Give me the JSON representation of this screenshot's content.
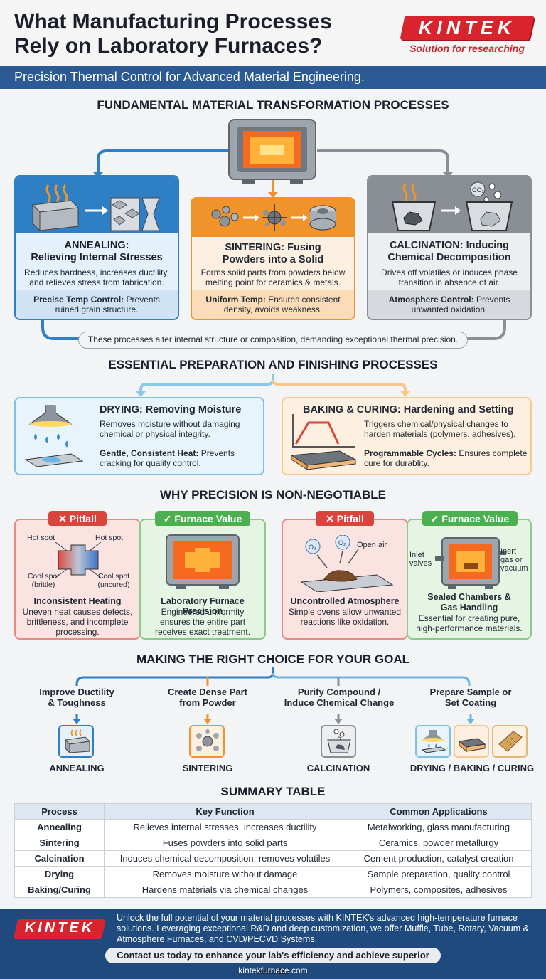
{
  "header": {
    "title_line1": "What Manufacturing Processes",
    "title_line2": "Rely on Laboratory Furnaces?",
    "logo": "KINTEK",
    "tagline": "Solution for researching",
    "subtitle": "Precision Thermal Control for Advanced Material Engineering."
  },
  "fundamental": {
    "heading": "FUNDAMENTAL MATERIAL TRANSFORMATION PROCESSES",
    "annealing": {
      "title1": "ANNEALING:",
      "title2": "Relieving Internal Stresses",
      "text": "Reduces hardness, increases ductility, and relieves stress from fabrication.",
      "note_b": "Precise Temp Control:",
      "note": " Prevents ruined grain structure."
    },
    "sintering": {
      "title1": "SINTERING: Fusing",
      "title2": "Powders into a Solid",
      "text": "Forms solid parts from powders below melting point for ceramics & metals.",
      "note_b": "Uniform Temp:",
      "note": " Ensures consistent density, avoids weakness."
    },
    "calcination": {
      "title1": "CALCINATION: Inducing",
      "title2": "Chemical Decomposition",
      "text": "Drives off volatiles or induces phase transition in absence of air.",
      "note_b": "Atmosphere Control:",
      "note": " Prevents unwanted oxidation.",
      "co2": "CO₂"
    },
    "footer_note": "These processes alter internal structure or composition, demanding exceptional thermal precision."
  },
  "preparation": {
    "heading": "ESSENTIAL PREPARATION AND FINISHING PROCESSES",
    "drying": {
      "title": "DRYING: Removing Moisture",
      "text": "Removes moisture without damaging chemical or physical integrity.",
      "note_b": "Gentle, Consistent Heat:",
      "note": " Prevents cracking for quality control."
    },
    "baking": {
      "title": "BAKING & CURING: Hardening and Setting",
      "text": "Triggers chemical/physical changes to harden materials (polymers, adhesives).",
      "note_b": "Programmable Cycles:",
      "note": " Ensures complete cure for durablity."
    }
  },
  "precision": {
    "heading": "WHY PRECISION IS NON-NEGOTIABLE",
    "pitfall1": {
      "badge": "Pitfall",
      "hot1": "Hot spot",
      "hot2": "Hot spot",
      "cool1": "Cool spot (brittle)",
      "cool2": "Cool spot (uncured)",
      "title": "Inconsistent Heating",
      "text": "Uneven heat causes defects, brittleness, and incomplete processing."
    },
    "value1": {
      "badge": "Furnace Value",
      "title": "Laboratory Furnace Precision",
      "text": "Engineered uniformity ensures the entire part receives exact treatment."
    },
    "pitfall2": {
      "badge": "Pitfall",
      "o2a": "O₂",
      "o2b": "O₂",
      "open_air": "Open air",
      "title": "Uncontrolled Atmosphere",
      "text": "Simple ovens allow unwanted reactions like oxidation."
    },
    "value2": {
      "badge": "Furnace Value",
      "inlet": "Inlet valves",
      "inert": "Inert gas or vacuum",
      "title1": "Sealed Chambers &",
      "title2": "Gas Handling",
      "text": "Essential for creating pure, high-performance materials."
    }
  },
  "choice": {
    "heading": "MAKING THE RIGHT CHOICE FOR YOUR GOAL",
    "goals": [
      {
        "goal1": "Improve Ductility",
        "goal2": "& Toughness",
        "label": "ANNEALING"
      },
      {
        "goal1": "Create Dense Part",
        "goal2": "from Powder",
        "label": "SINTERING"
      },
      {
        "goal1": "Purify Compound /",
        "goal2": "Induce Chemical Change",
        "label": "CALCINATION"
      },
      {
        "goal1": "Prepare Sample or",
        "goal2": "Set Coating",
        "label": "DRYING / BAKING / CURING"
      }
    ]
  },
  "summary": {
    "heading": "SUMMARY TABLE",
    "columns": [
      "Process",
      "Key Function",
      "Common Applications"
    ],
    "rows": [
      [
        "Annealing",
        "Relieves internal stresses, increases ductility",
        "Metalworking, glass manufacturing"
      ],
      [
        "Sintering",
        "Fuses powders into solid parts",
        "Ceramics, powder metallurgy"
      ],
      [
        "Calcination",
        "Induces chemical decomposition, removes volatiles",
        "Cement production, catalyst creation"
      ],
      [
        "Drying",
        "Removes moisture without damage",
        "Sample preparation, quality control"
      ],
      [
        "Baking/Curing",
        "Hardens materials via chemical changes",
        "Polymers, composites, adhesives"
      ]
    ]
  },
  "footer": {
    "logo": "KINTEK",
    "text": "Unlock the full potential of your material processes with KINTEK's advanced high-temperature furnace solutions. Leveraging exceptional R&D and deep customization, we offer Muffle, Tube, Rotary, Vacuum & Atmosphere Furnaces, and CVD/PECVD Systems.",
    "cta": "Contact us today to enhance your lab's efficiency and achieve superior results!",
    "url": "kintekfurnace.com"
  },
  "colors": {
    "blue": "#2f7fc4",
    "orange": "#f0932b",
    "gray": "#8a8f96",
    "green": "#4caf50",
    "red": "#d9453d",
    "navy": "#1f4a7e"
  }
}
